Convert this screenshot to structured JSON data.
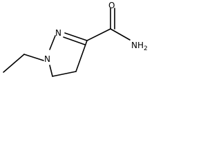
{
  "atoms": {
    "n1": "N",
    "n2": "N",
    "o": "O",
    "nh2": "NH",
    "nh2_sub": "2"
  },
  "colors": {
    "ink": "#000000",
    "background": "#ffffff"
  }
}
